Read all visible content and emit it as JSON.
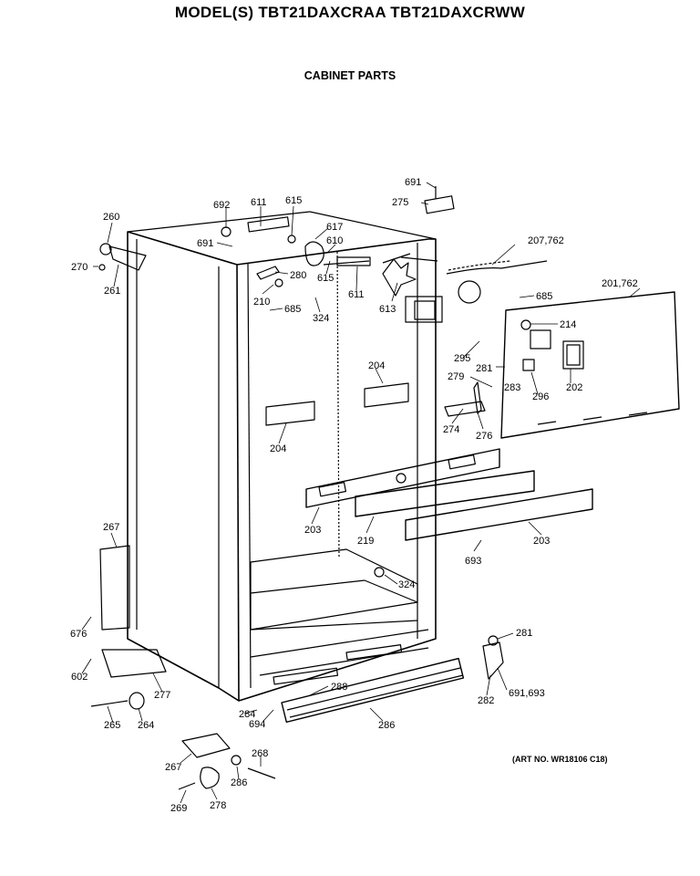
{
  "header": {
    "title": "MODEL(S) TBT21DAXCRAA  TBT21DAXCRWW",
    "subtitle": "CABINET PARTS"
  },
  "footer": {
    "art_no": "(ART NO. WR18106 C18)"
  },
  "callouts": [
    "691",
    "275",
    "692",
    "611",
    "615",
    "617",
    "260",
    "691",
    "610",
    "207,762",
    "270",
    "280",
    "261",
    "615",
    "611",
    "685",
    "201,762",
    "210",
    "685",
    "324",
    "613",
    "214",
    "295",
    "281",
    "204",
    "279",
    "283",
    "296",
    "202",
    "274",
    "276",
    "204",
    "203",
    "219",
    "203",
    "693",
    "267",
    "324",
    "676",
    "281",
    "602",
    "288",
    "277",
    "282",
    "691,693",
    "264",
    "265",
    "284",
    "694",
    "286",
    "268",
    "267",
    "286",
    "269",
    "278"
  ]
}
